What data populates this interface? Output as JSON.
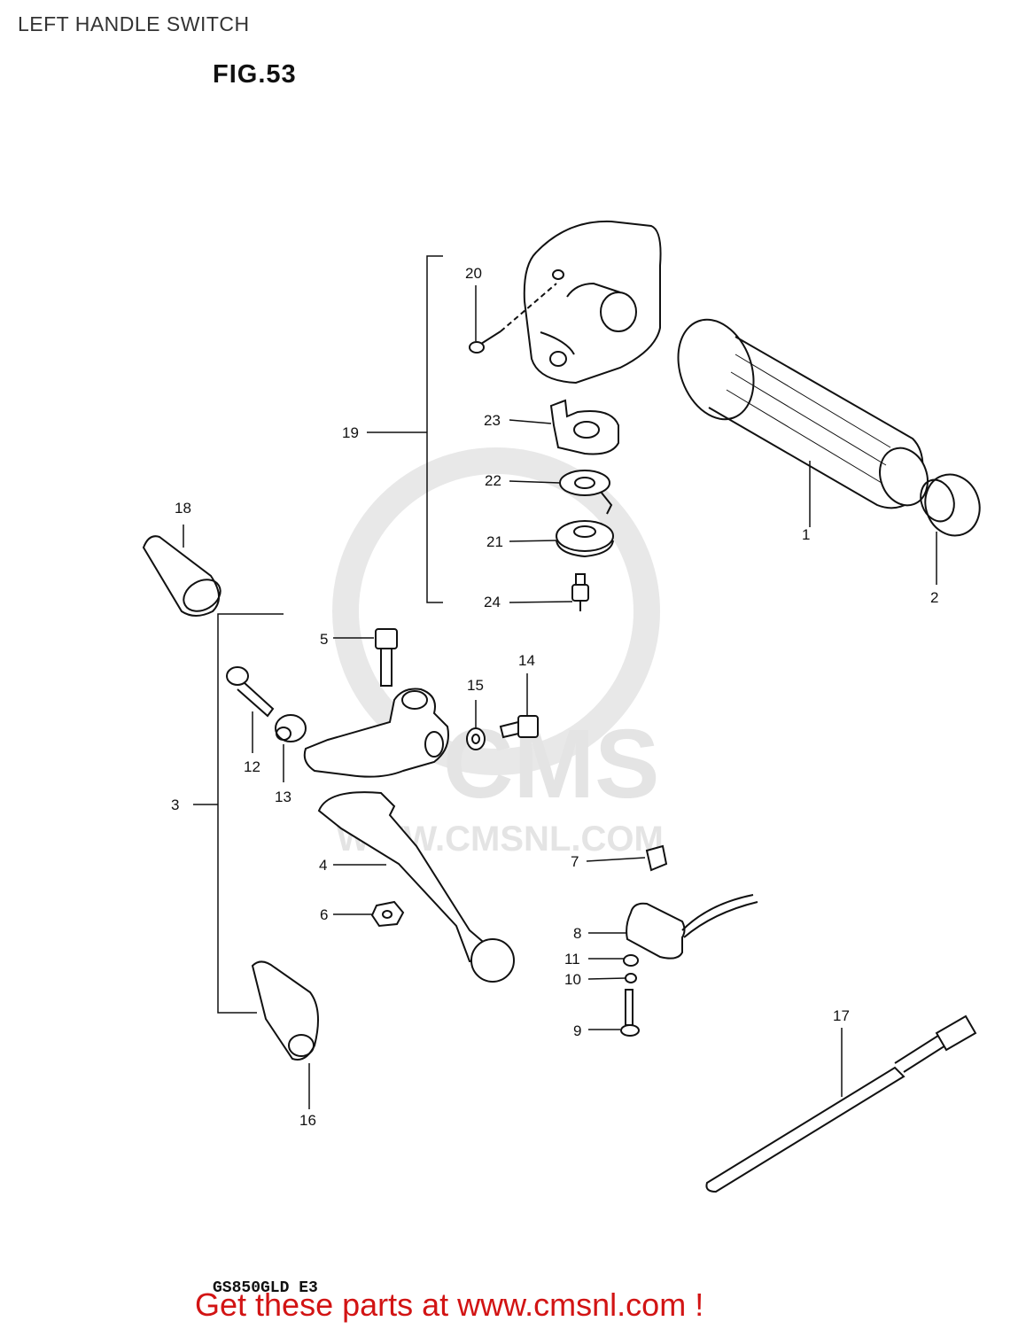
{
  "header": {
    "title": "LEFT HANDLE SWITCH",
    "figure": "FIG.53"
  },
  "watermark": {
    "brand": "CMS",
    "url": "WWW.CMSNL.COM"
  },
  "callouts": {
    "c1": "1",
    "c2": "2",
    "c3": "3",
    "c4": "4",
    "c5": "5",
    "c6": "6",
    "c7": "7",
    "c8": "8",
    "c9": "9",
    "c10": "10",
    "c11": "11",
    "c12": "12",
    "c13": "13",
    "c14": "14",
    "c15": "15",
    "c16": "16",
    "c17": "17",
    "c18": "18",
    "c19": "19",
    "c20": "20",
    "c21": "21",
    "c22": "22",
    "c23": "23",
    "c24": "24"
  },
  "footer": {
    "model_code": "GS850GLD E3",
    "cta": "Get these parts at www.cmsnl.com !"
  },
  "colors": {
    "line": "#111111",
    "cta": "#d21414",
    "watermark": "#e2e2e2"
  }
}
